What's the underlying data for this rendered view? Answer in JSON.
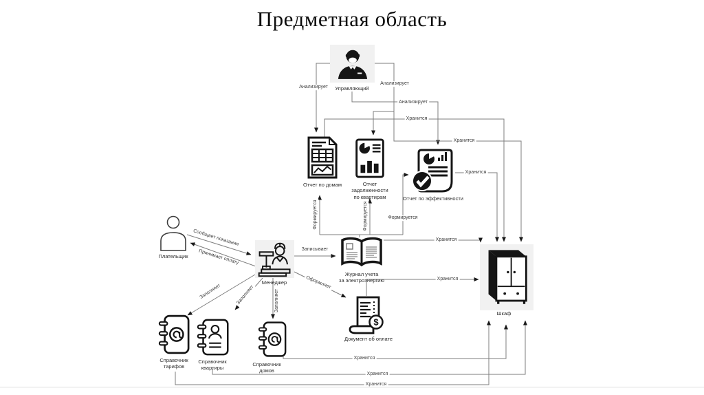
{
  "title": "Предметная область",
  "nodes": [
    {
      "id": "upravlyayushchiy",
      "label": "Управляющий",
      "icon": "businessman-icon"
    },
    {
      "id": "otchet-po-domam",
      "label": "Отчет по домам",
      "icon": "report-houses-icon"
    },
    {
      "id": "otchet-zadolzhennosti",
      "label": "Отчет\nзадолженности\nпо квартирам",
      "icon": "report-debt-icon"
    },
    {
      "id": "otchet-po-effektivnosti",
      "label": "Отчет по эффективности",
      "icon": "report-efficiency-icon"
    },
    {
      "id": "platelshchik",
      "label": "Плательщик",
      "icon": "payer-person-icon"
    },
    {
      "id": "menedzher",
      "label": "Менеджер",
      "icon": "manager-desk-icon"
    },
    {
      "id": "zhurnal-ucheta",
      "label": "Журнал учета\nза электроэнергию",
      "icon": "ledger-book-icon"
    },
    {
      "id": "shkaf",
      "label": "Шкаф",
      "icon": "wardrobe-icon"
    },
    {
      "id": "dokument-ob-oplate",
      "label": "Документ об оплате",
      "icon": "payment-receipt-icon"
    },
    {
      "id": "spravochnik-tarifov",
      "label": "Справочник\nтарифов",
      "icon": "address-book-icon"
    },
    {
      "id": "spravochnik-kvartiry",
      "label": "Справочник\nквартиры",
      "icon": "contacts-book-icon"
    },
    {
      "id": "spravochnik-domov",
      "label": "Справочник\nдомов",
      "icon": "address-book-icon"
    }
  ],
  "edges": [
    {
      "label": "Анализирует"
    },
    {
      "label": "Анализирует"
    },
    {
      "label": "Анализирует"
    },
    {
      "label": "Хранится"
    },
    {
      "label": "Хранится"
    },
    {
      "label": "Хранится"
    },
    {
      "label": "Хранится"
    },
    {
      "label": "Хранится"
    },
    {
      "label": "Хранится"
    },
    {
      "label": "Хранится"
    },
    {
      "label": "Хранится"
    },
    {
      "label": "Записывает"
    },
    {
      "label": "Сообщает показания"
    },
    {
      "label": "Принимает оплату"
    },
    {
      "label": "Оформляет"
    },
    {
      "label": "Заполняет"
    },
    {
      "label": "Заполняет"
    },
    {
      "label": "Заполняет"
    },
    {
      "label": "Формируется"
    },
    {
      "label": "Формируется"
    },
    {
      "label": "Формируется"
    }
  ],
  "icons": {
    "dollar": "$"
  },
  "colors": {
    "line": "#7d7d7d",
    "ink": "#151515",
    "node_bg": "#f1f1f1"
  }
}
